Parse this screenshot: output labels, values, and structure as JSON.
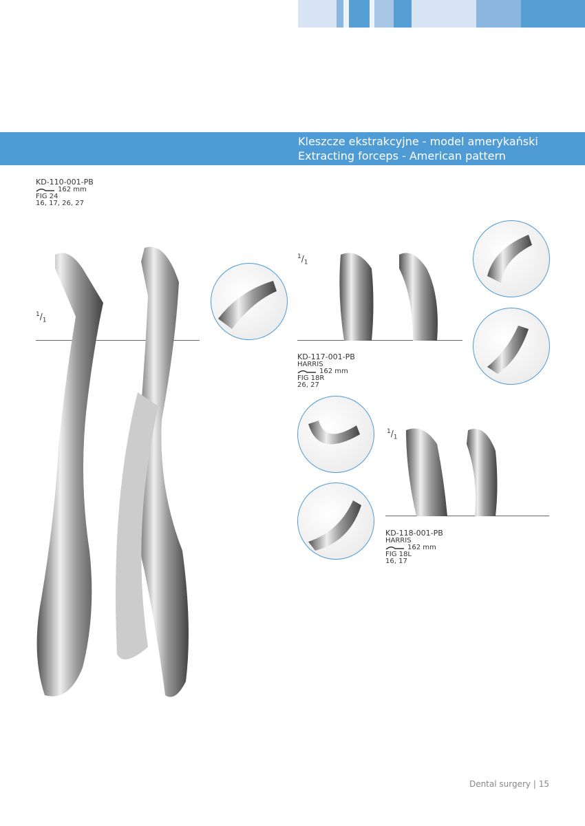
{
  "colors": {
    "accent": "#4f9bd5",
    "light": "#d8e4f3",
    "mid": "#8ab6e0"
  },
  "header": {
    "title_pl": "Kleszcze ekstrakcyjne - model amerykański",
    "title_en": "Extracting forceps - American pattern"
  },
  "products": [
    {
      "code": "KD-110-001-PB",
      "name": "",
      "length": "162 mm",
      "fig": "FIG 24",
      "teeth": "16, 17, 26, 27"
    },
    {
      "code": "KD-117-001-PB",
      "name": "HARRIS",
      "length": "162 mm",
      "fig": "FIG 18R",
      "teeth": "26, 27"
    },
    {
      "code": "KD-118-001-PB",
      "name": "HARRIS",
      "length": "162 mm",
      "fig": "FIG 18L",
      "teeth": "16, 17"
    }
  ],
  "scale": {
    "num": "1",
    "den": "1"
  },
  "footer": {
    "section": "Dental surgery",
    "separator": "|",
    "page": "15"
  }
}
